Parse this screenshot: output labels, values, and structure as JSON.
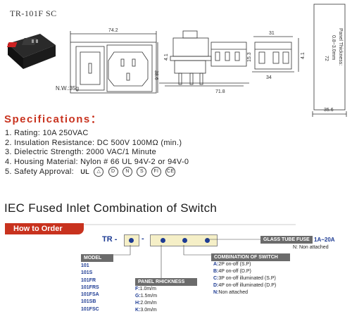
{
  "header": {
    "model": "TR-101F SC",
    "weight": "N.W.:35g"
  },
  "drawing": {
    "dim_width": "74.2",
    "dim_height": "38.6",
    "dim_side_a": "4.1",
    "dim_depth": "71.8",
    "dim_top": "31",
    "dim_mid": "15.3",
    "dim_bottom": "34",
    "dim_side_b": "4.1",
    "dim_right": "72",
    "dim_panel_width": "35.6",
    "panel_line1": "Panel Thickness:",
    "panel_line2": "0.8~3.0mm"
  },
  "specs": {
    "title": "Specifications：",
    "items": [
      "1. Rating: 10A 250VAC",
      "2. Insulation Resistance: DC 500V 100MΩ  (min.)",
      "3. Dielectric Strength: 2000 VAC/1 Minute",
      "4. Housing Material: Nylon # 66 UL 94V-2 or 94V-0",
      "5. Safety Approval:"
    ],
    "certs": [
      "UL",
      "△",
      "D",
      "N",
      "S",
      "FI",
      "CE"
    ]
  },
  "iec_title": "IEC Fused Inlet Combination of Switch",
  "order": {
    "badge": "How to Order",
    "prefix": "TR -",
    "dash": "-",
    "fuse_header": "GLASS TUBE FUSE",
    "fuse_range": "1A~20A",
    "fuse_none": "N: Non attached",
    "model_header": "MODEL",
    "models": [
      "101",
      "101S",
      "101FR",
      "101FRS",
      "101FSA",
      "101SB",
      "101FSC"
    ],
    "panel_header": "PANEL RHICKNESS",
    "panel": [
      {
        "key": "F:",
        "val": "1.0m/m"
      },
      {
        "key": "G:",
        "val": "1.5m/m"
      },
      {
        "key": "H:",
        "val": "2.0m/m"
      },
      {
        "key": "K:",
        "val": "3.0m/m"
      }
    ],
    "combo_header": "COMBINATION OF SWITCH",
    "combos": [
      {
        "key": "A:",
        "val": "2P on-off (S.P)"
      },
      {
        "key": "B:",
        "val": "4P on-off (D.P)"
      },
      {
        "key": "C:",
        "val": "3P on-off illuminated (S.P)"
      },
      {
        "key": "D:",
        "val": "4P on-off illuminated (D.P)"
      },
      {
        "key": "N:",
        "val": "Non attached"
      }
    ]
  }
}
